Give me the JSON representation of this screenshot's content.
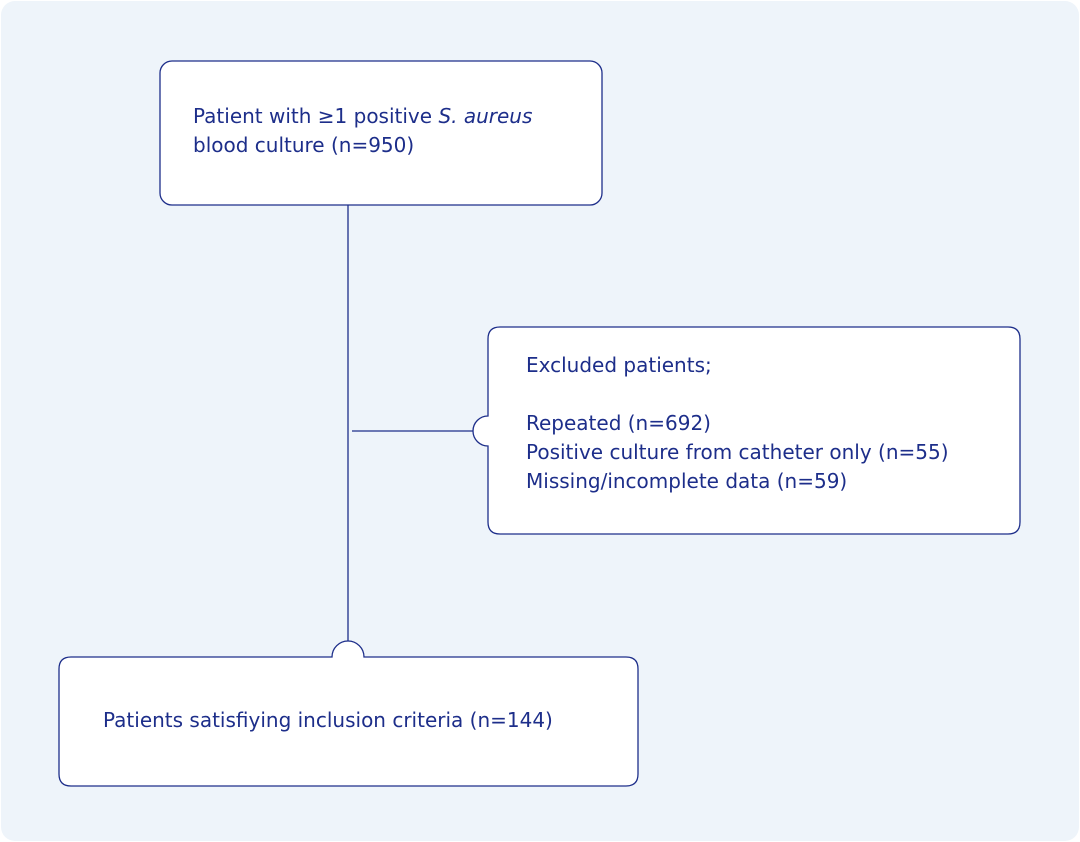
{
  "flowchart": {
    "top_box": {
      "line1_prefix": "Patient with ≥1 positive ",
      "line1_italic": "S. aureus",
      "line2": "blood culture (n=950)"
    },
    "excluded_box": {
      "heading": "Excluded patients;",
      "items": [
        "Repeated (n=692)",
        "Positive culture from catheter only (n=55)",
        "Missing/incomplete data (n=59)"
      ]
    },
    "bottom_box": {
      "label": "Patients satisfiying inclusion criteria (n=144)"
    }
  },
  "colors": {
    "background": "#eef4fa",
    "line": "#1d2e8a",
    "box_fill": "#ffffff",
    "text": "#1d2e8a"
  }
}
